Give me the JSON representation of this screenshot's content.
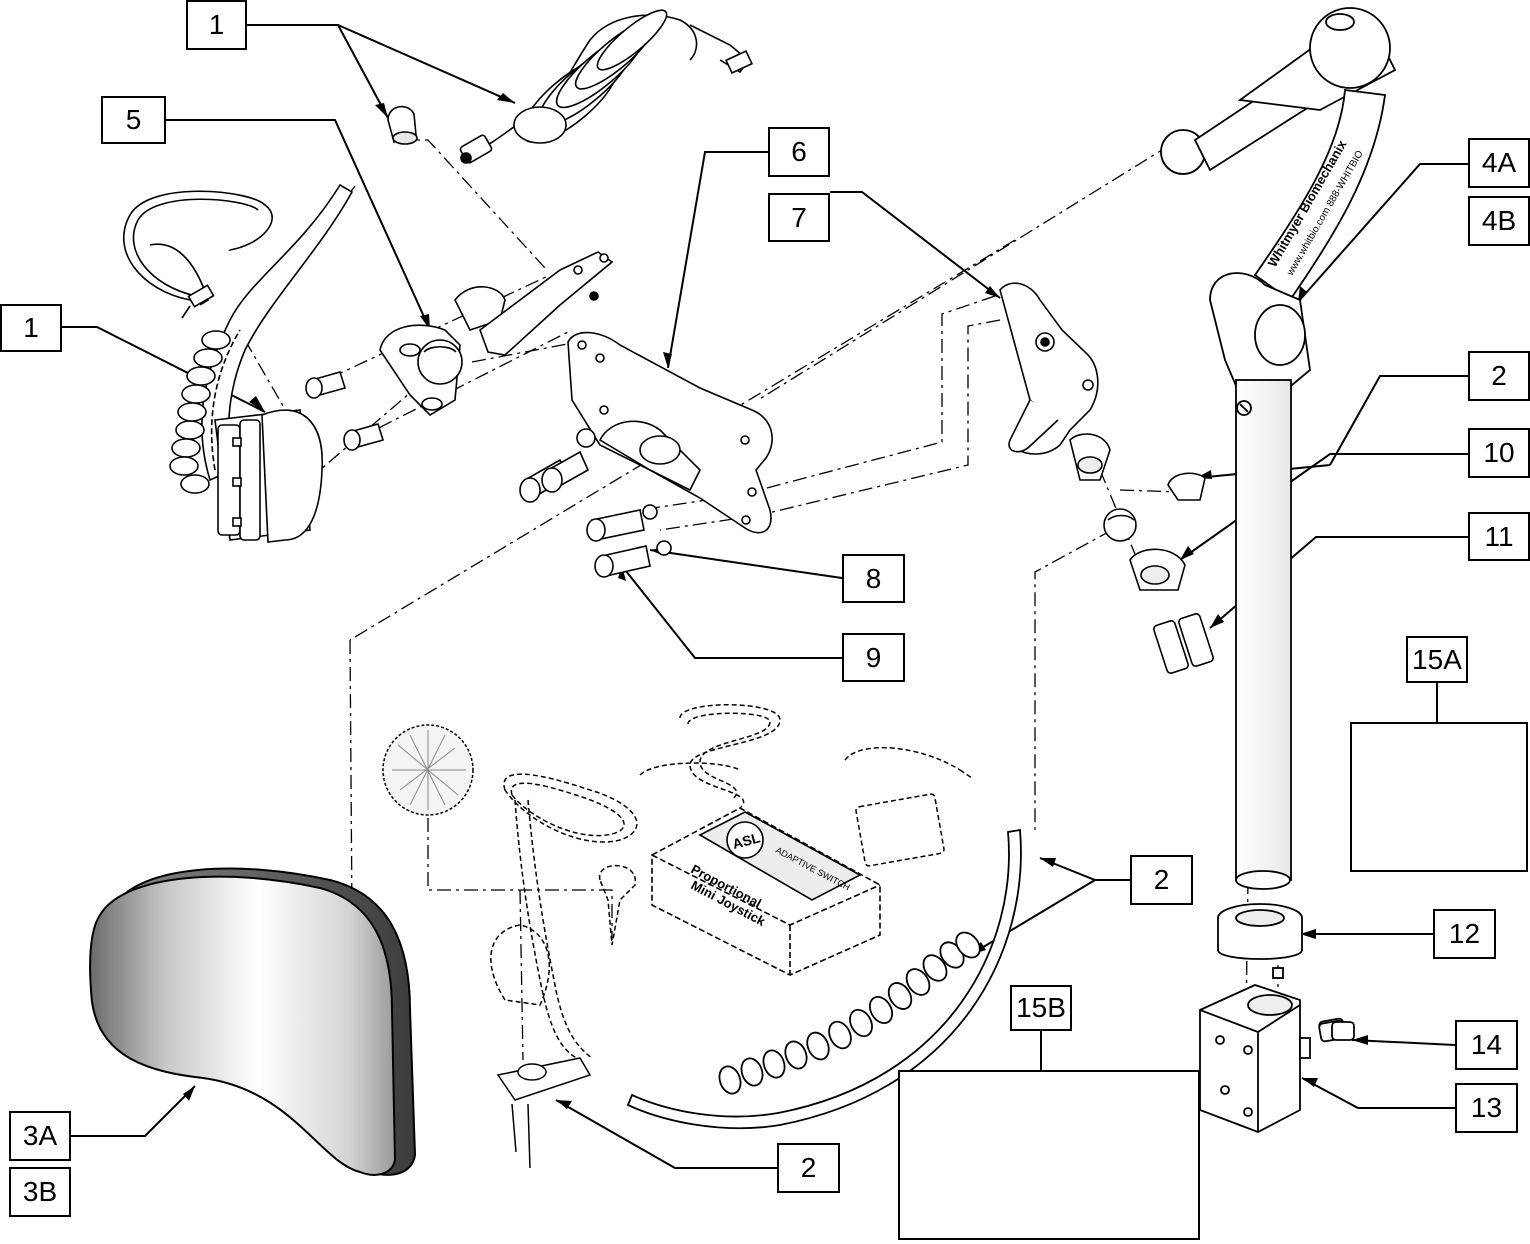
{
  "diagram": {
    "callouts": {
      "c1_top": "1",
      "c1_left": "1",
      "c5": "5",
      "c6": "6",
      "c7": "7",
      "c4a": "4A",
      "c4b": "4B",
      "c2_right": "2",
      "c10": "10",
      "c11": "11",
      "c8": "8",
      "c9": "9",
      "c15a": "15A",
      "c2_mid": "2",
      "c12": "12",
      "c15b": "15B",
      "c14": "14",
      "c13": "13",
      "c3a": "3A",
      "c3b": "3B",
      "c2_bottom": "2"
    },
    "product_labels": {
      "asl_logo": "ASL",
      "switch_brand": "ADAPTIVE SWITCH",
      "joystick_line1": "Proportional",
      "joystick_line2": "Mini Joystick",
      "arm_brand": "Whitmyer Biomechanix",
      "arm_url": "www.whitbio.com  888-WHITBIO"
    }
  }
}
